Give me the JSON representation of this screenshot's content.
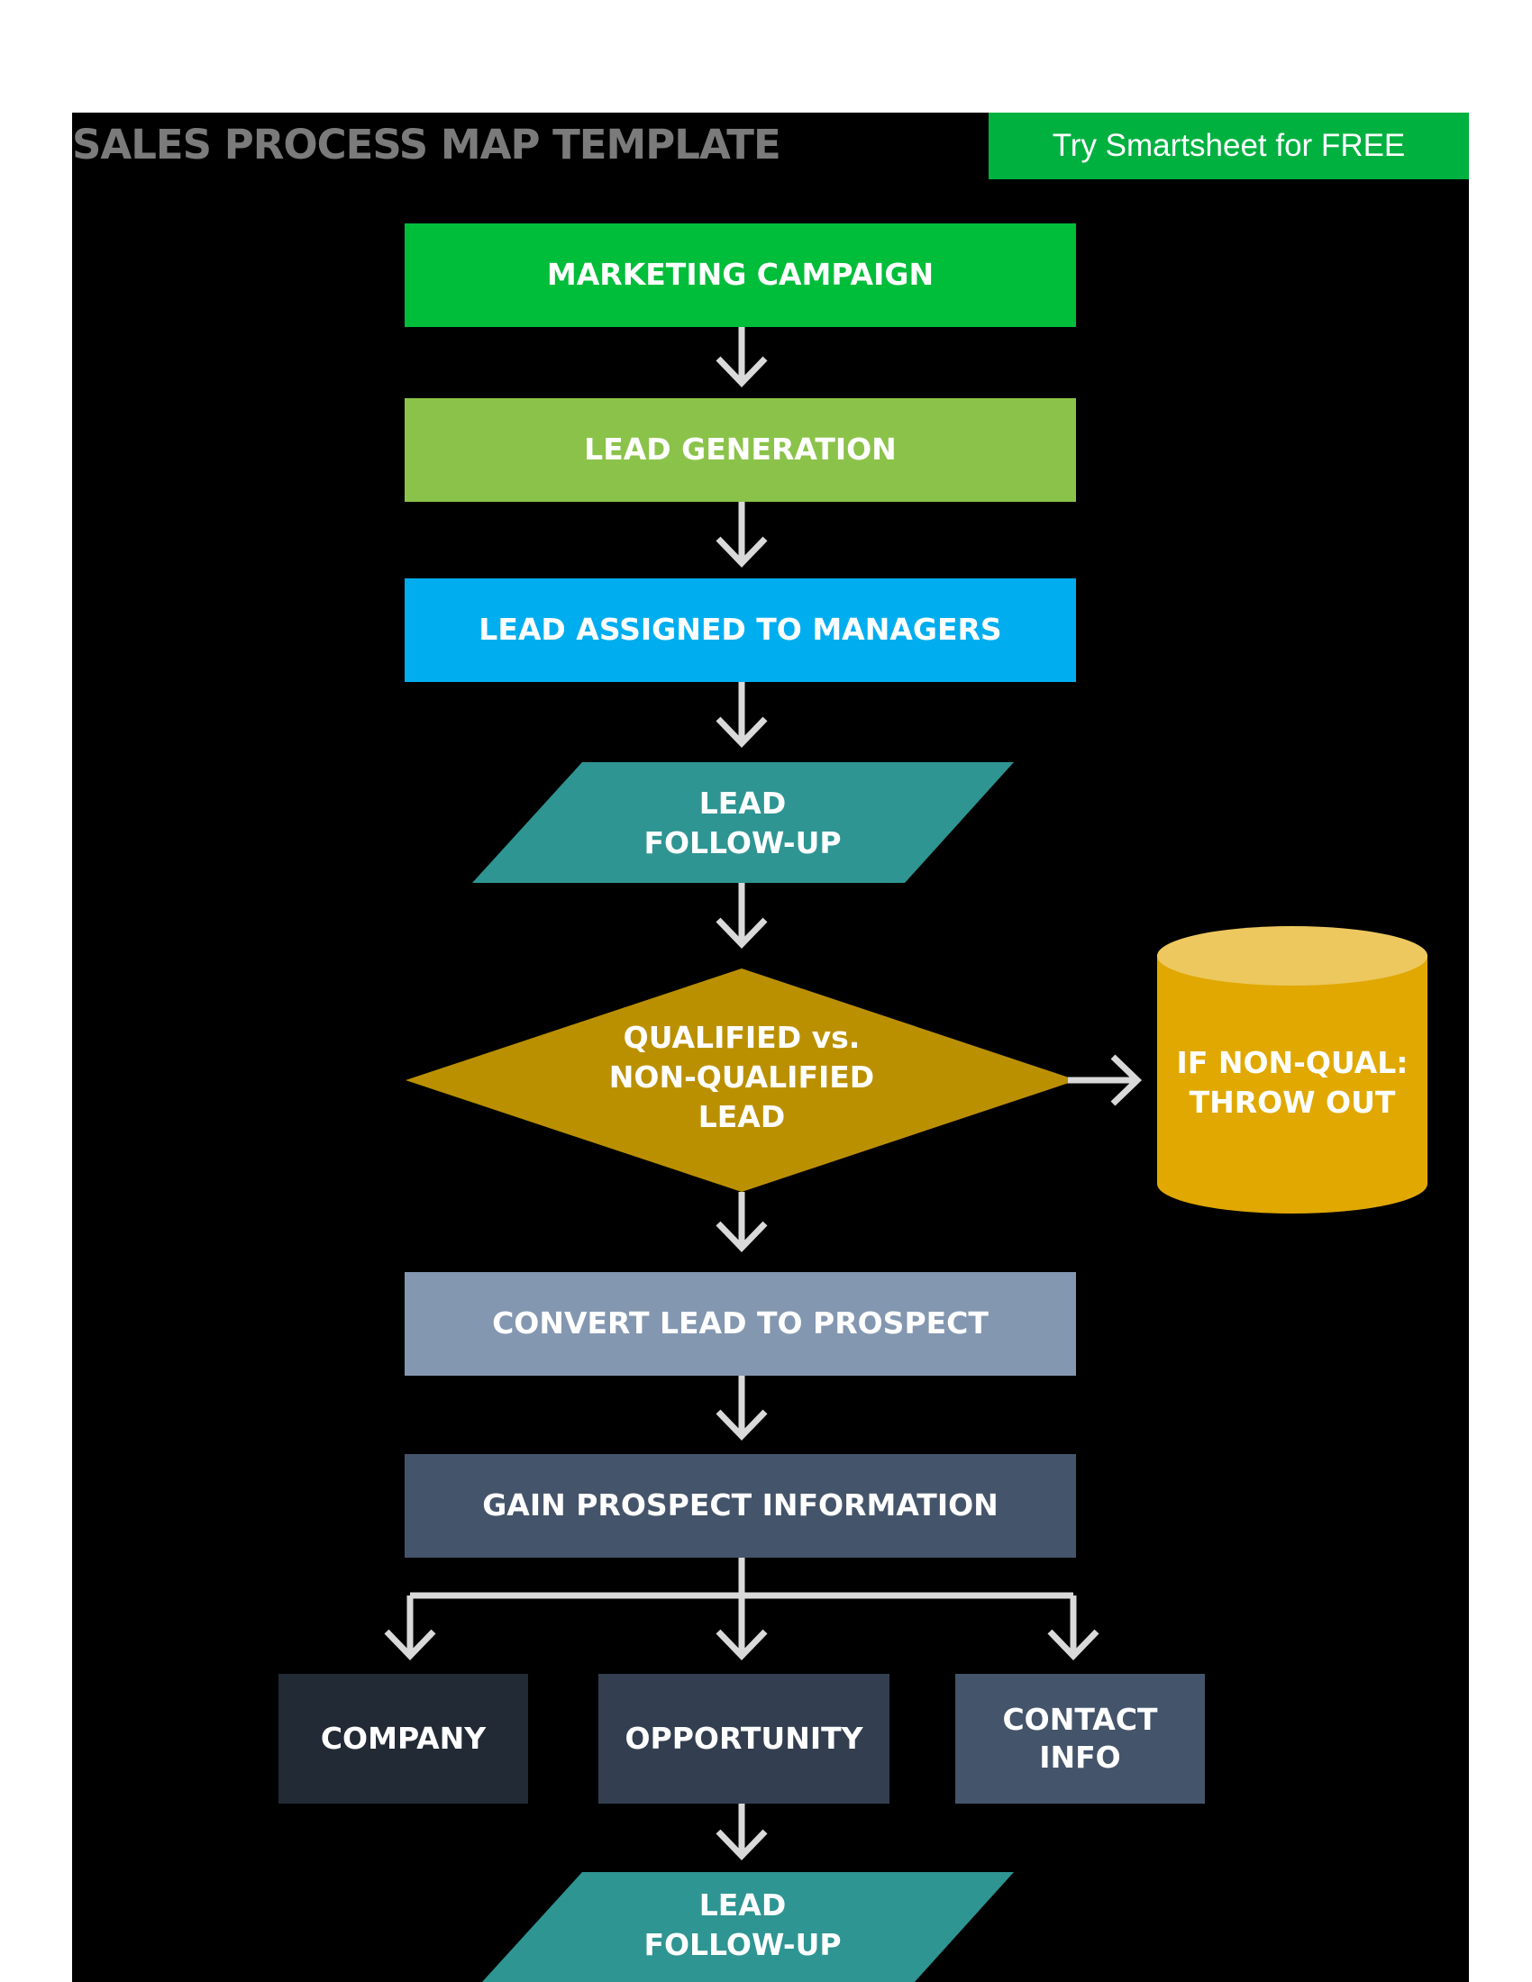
{
  "header": {
    "title": "SALES PROCESS MAP TEMPLATE",
    "cta_label": "Try Smartsheet for FREE"
  },
  "colors": {
    "background": "#000000",
    "marketing_campaign": "#00bd3a",
    "lead_generation": "#8bc34a",
    "lead_assigned": "#00aeef",
    "lead_follow_up": "#2e9592",
    "qualified_decision": "#bb9000",
    "non_qual_cylinder": "#e0a800",
    "convert_lead": "#8497b0",
    "gain_prospect": "#44546a",
    "company": "#222a35",
    "opportunity": "#333f50",
    "contact_info": "#44546a",
    "arrow": "#d9d9d9"
  },
  "flow": {
    "marketing_campaign": "MARKETING CAMPAIGN",
    "lead_generation": "LEAD GENERATION",
    "lead_assigned": "LEAD ASSIGNED TO MANAGERS",
    "lead_follow_up_1": "LEAD\nFOLLOW-UP",
    "qualified_decision": "QUALIFIED vs.\nNON-QUALIFIED\nLEAD",
    "non_qual_throw_out": "IF NON-QUAL:\nTHROW OUT",
    "convert_lead": "CONVERT LEAD TO PROSPECT",
    "gain_prospect": "GAIN PROSPECT INFORMATION",
    "company": "COMPANY",
    "opportunity": "OPPORTUNITY",
    "contact_info": "CONTACT\nINFO",
    "lead_follow_up_2": "LEAD\nFOLLOW-UP"
  }
}
